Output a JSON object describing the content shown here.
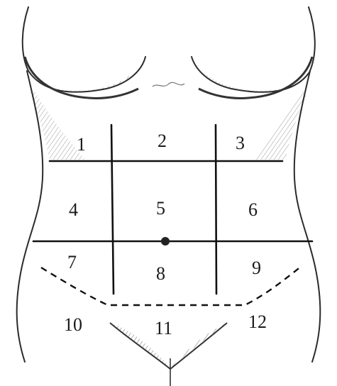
{
  "regions": [
    {
      "label": "1"
    },
    {
      "label": "2"
    },
    {
      "label": "3"
    },
    {
      "label": "4"
    },
    {
      "label": "5"
    },
    {
      "label": "6"
    },
    {
      "label": "7"
    },
    {
      "label": "8"
    },
    {
      "label": "9"
    },
    {
      "label": "10"
    },
    {
      "label": "11"
    },
    {
      "label": "12"
    }
  ],
  "colors": {
    "line": "#111111",
    "shading": "#555555",
    "background": "#ffffff"
  }
}
